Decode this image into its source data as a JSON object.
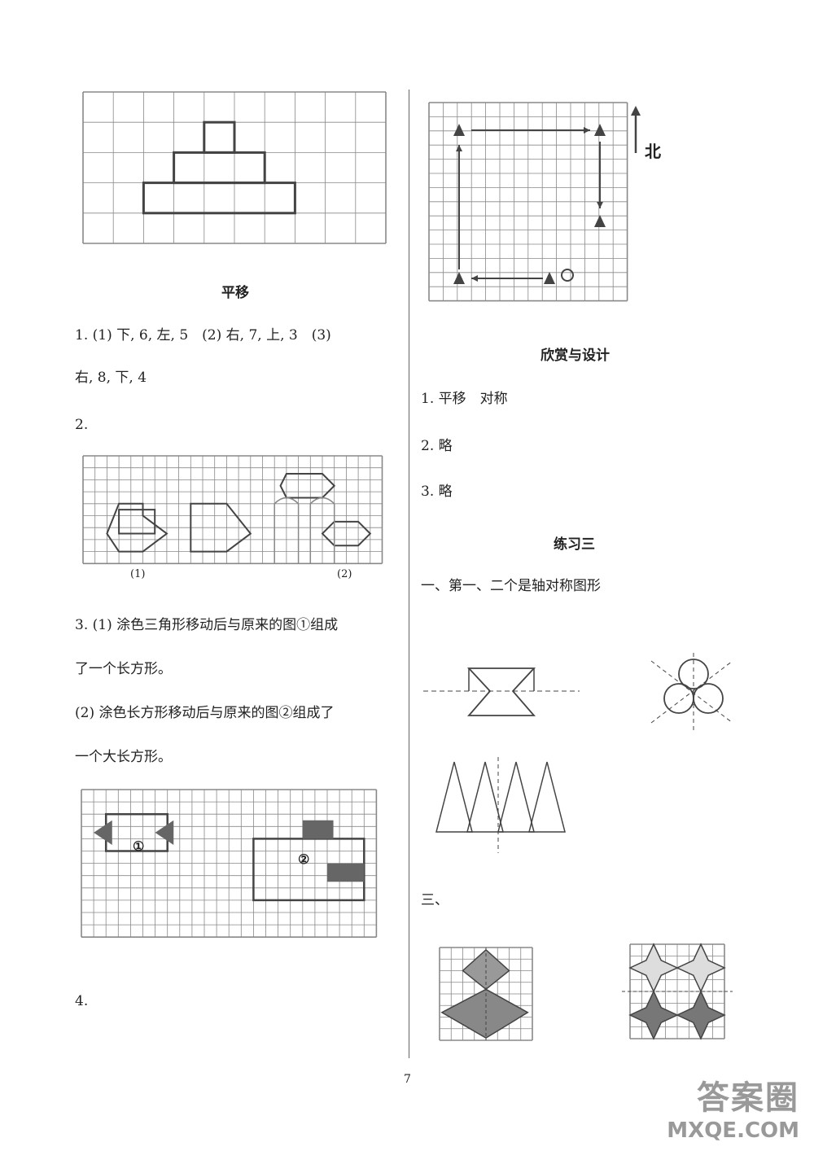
{
  "left": {
    "caption_translation": "平移",
    "q1_line1": "1. (1) 下, 6, 左, 5　(2) 右, 7, 上, 3　(3)",
    "q1_line2": "右, 8, 下, 4",
    "q2_label": "2.",
    "q2_mark1": "(1)",
    "q2_mark2": "(2)",
    "q3_line1": "3. (1) 涂色三角形移动后与原来的图①组成",
    "q3_line2": "了一个长方形。",
    "q3_line3": "(2) 涂色长方形移动后与原来的图②组成了",
    "q3_line4": "一个大长方形。",
    "q3_mark1": "①",
    "q3_mark2": "②",
    "q4_label": "4."
  },
  "right": {
    "north_label": "北",
    "section1_title": "欣赏与设计",
    "s1_line1": "1. 平移　对称",
    "s1_line2": "2. 略",
    "s1_line3": "3. 略",
    "section2_title": "练习三",
    "s2_line1": "一、第一、二个是轴对称图形",
    "s2_label3": "三、"
  },
  "page_number": "7",
  "watermark": {
    "line1": "答案圈",
    "line2": "MXQE.COM"
  },
  "colors": {
    "grid": "#888888",
    "figure": "#444444",
    "shade": "#666666"
  }
}
